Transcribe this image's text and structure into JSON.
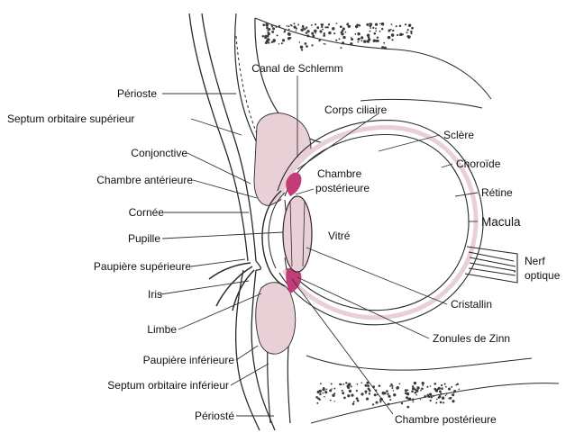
{
  "labels": {
    "canal_de_schlemm": "Canal de Schlemm",
    "perioste_top": "Périoste",
    "septum_orbitaire_superieur": "Septum orbitaire supérieur",
    "corps_ciliaire": "Corps ciliaire",
    "sclere": "Sclère",
    "conjonctive": "Conjonctive",
    "choroide": "Choroïde",
    "chambre_posterieure_upper_line1": "Chambre",
    "chambre_posterieure_upper_line2": "postérieure",
    "chambre_anterieure": "Chambre antérieure",
    "retine": "Rétine",
    "cornee": "Cornée",
    "macula": "Macula",
    "pupille": "Pupille",
    "vitre": "Vitré",
    "nerf_optique_line1": "Nerf",
    "nerf_optique_line2": "optique",
    "paupiere_superieure": "Paupière supérieure",
    "iris": "Iris",
    "cristallin": "Cristallin",
    "limbe": "Limbe",
    "zonules_de_zinn": "Zonules de Zinn",
    "paupiere_inferieure": "Paupière inférieure",
    "septum_orbitaire_inferieur": "Septum orbitaire inférieur",
    "perioste_bottom": "Périosté",
    "chambre_posterieure_lower": "Chambre postérieure"
  },
  "colors": {
    "tissue_pink": "#e9cfd6",
    "muscle_magenta": "#c23c78",
    "outline": "#2a2a2a",
    "label_text": "#111111",
    "bone_dots": "#3a3a3a"
  }
}
